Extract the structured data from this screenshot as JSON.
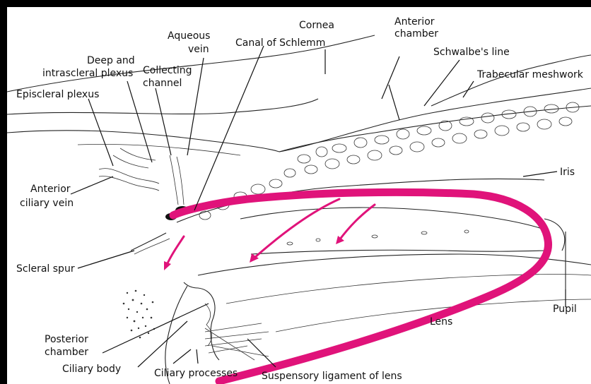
{
  "labels": {
    "cornea": "Cornea",
    "anterior_chamber_1": "Anterior",
    "anterior_chamber_2": "chamber",
    "aqueous_vein_1": "Aqueous",
    "aqueous_vein_2": "vein",
    "canal_of_schlemm": "Canal of Schlemm",
    "deep_plexus_1": "Deep and",
    "deep_plexus_2": "intrascleral plexus",
    "collecting_channel_1": "Collecting",
    "collecting_channel_2": "channel",
    "episcleral_plexus": "Episcleral plexus",
    "schwalbes_line": "Schwalbe's line",
    "trabecular_meshwork": "Trabecular meshwork",
    "iris": "Iris",
    "anterior_ciliary_vein_1": "Anterior",
    "anterior_ciliary_vein_2": "ciliary vein",
    "scleral_spur": "Scleral spur",
    "pupil": "Pupil",
    "lens": "Lens",
    "posterior_chamber_1": "Posterior",
    "posterior_chamber_2": "chamber",
    "ciliary_body": "Ciliary body",
    "ciliary_processes": "Ciliary processes",
    "suspensory_ligament": "Suspensory ligament of lens"
  },
  "colors": {
    "aqueous_flow": "#e0137a",
    "frame": "#000000",
    "background": "#ffffff",
    "ink": "#111111"
  }
}
